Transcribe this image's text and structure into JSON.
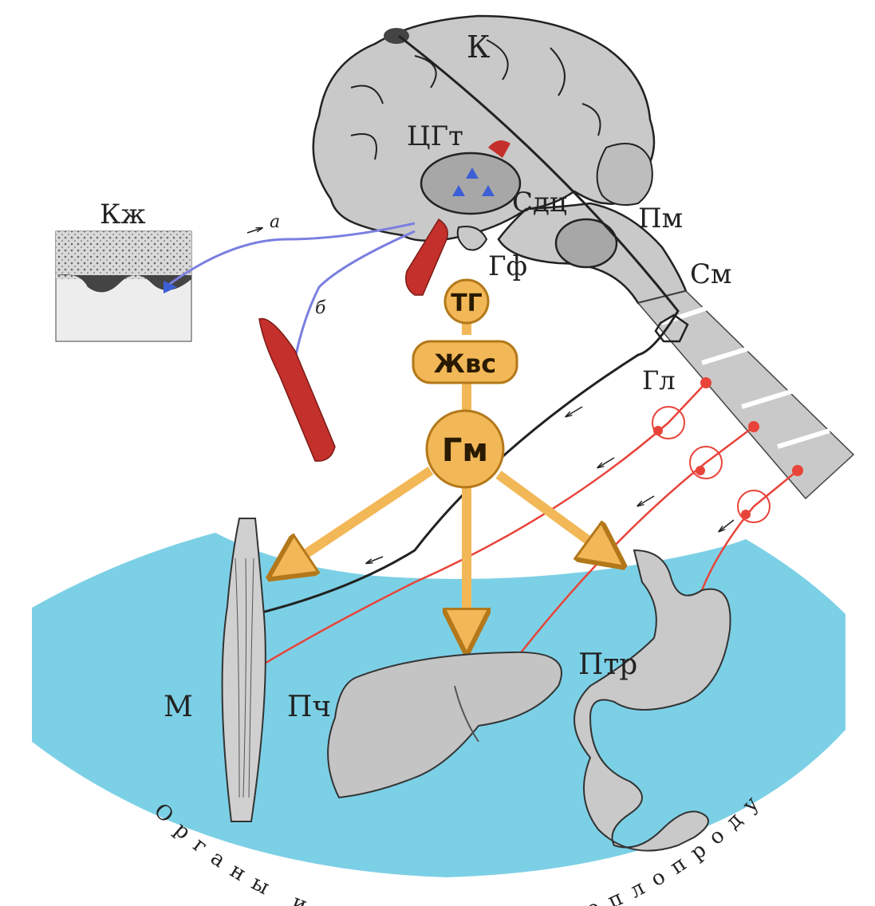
{
  "labels": {
    "k": "К",
    "cgt": "ЦГт",
    "sdc": "Сдц",
    "pm": "Пм",
    "gf": "Гф",
    "sm": "См",
    "gl": "Гл",
    "kzh": "Кж",
    "a": "а",
    "b": "б",
    "m": "М",
    "pch": "Пч",
    "ptr": "Птр"
  },
  "nodes": {
    "tg": "ТГ",
    "zhvs": "Жвс",
    "gm": "Гм"
  },
  "caption": "Органы интенсивной теплопродукции",
  "colors": {
    "brain": "#c9c9c9",
    "hormone": "#f2b857",
    "hormone_stroke": "#b3781a",
    "nerve_red": "#e8443a",
    "nerve_blue": "#7a7fe0",
    "vessel": "#c4302b",
    "tissue": "#6ecbe3"
  }
}
